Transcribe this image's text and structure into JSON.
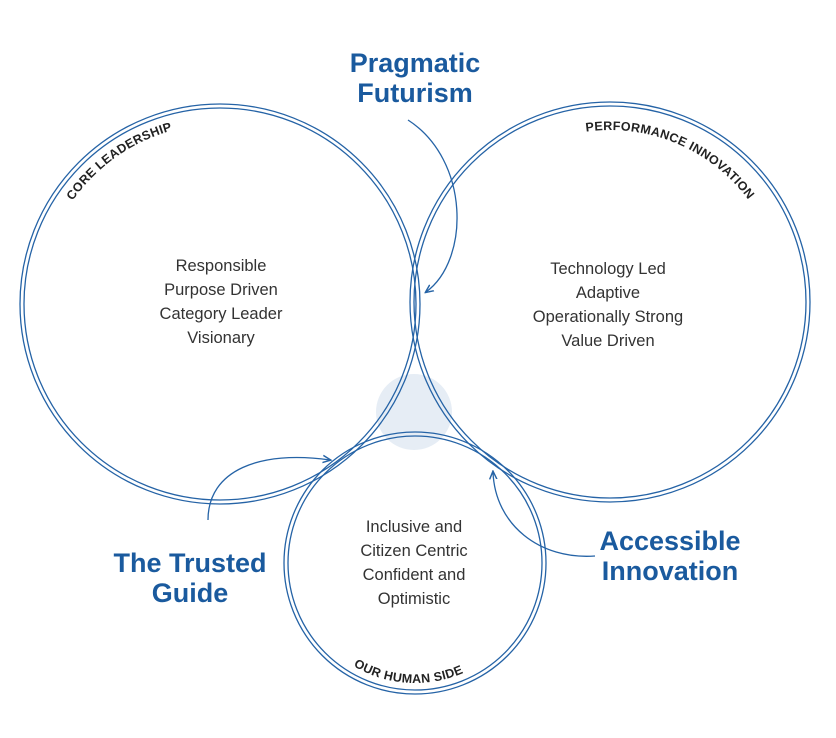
{
  "colors": {
    "accent": "#1a5a9e",
    "line": "#2563a6",
    "highlight": "#e6edf5",
    "text": "#333333"
  },
  "circles": [
    {
      "id": "core",
      "title": "CORE LEADERSHIP",
      "traits": [
        "Responsible",
        "Purpose Driven",
        "Category Leader",
        "Visionary"
      ]
    },
    {
      "id": "performance",
      "title": "PERFORMANCE INNOVATION",
      "traits": [
        "Technology Led",
        "Adaptive",
        "Operationally Strong",
        "Value Driven"
      ]
    },
    {
      "id": "human",
      "title": "OUR HUMAN SIDE",
      "traits": [
        "Inclusive and",
        "Citizen Centric",
        "Confident and",
        "Optimistic"
      ]
    }
  ],
  "intersections": {
    "pragmatic": [
      "Pragmatic",
      "Futurism"
    ],
    "trusted": [
      "The Trusted",
      "Guide"
    ],
    "accessible": [
      "Accessible",
      "Innovation"
    ]
  }
}
